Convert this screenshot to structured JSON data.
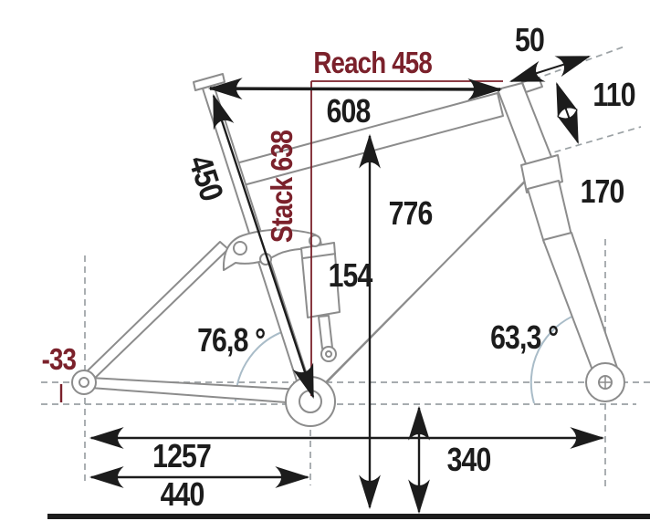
{
  "diagram": {
    "kind": "bicycle frame geometry drawing",
    "background": "#ffffff"
  },
  "colors": {
    "accent_red": "#7b212b",
    "dimension_black": "#1c1c1c",
    "frame_gray": "#8c8c8c",
    "dash_gray": "#9ba1a4",
    "arc_blue_gray": "#a9bcc8"
  },
  "measurements": {
    "reach_label": "Reach 458",
    "stack_label": "Stack 638",
    "stem_length": "50",
    "head_tube_length": "110",
    "effective_top_tube": "608",
    "seat_tube_length": "450",
    "fork_length": "170",
    "standover_height": "776",
    "shock_length": "154",
    "seat_tube_angle": "76,8 °",
    "head_tube_angle": "63,3 °",
    "bb_drop": "-33",
    "wheelbase": "1257",
    "chainstay_length": "440",
    "bb_height": "340"
  }
}
